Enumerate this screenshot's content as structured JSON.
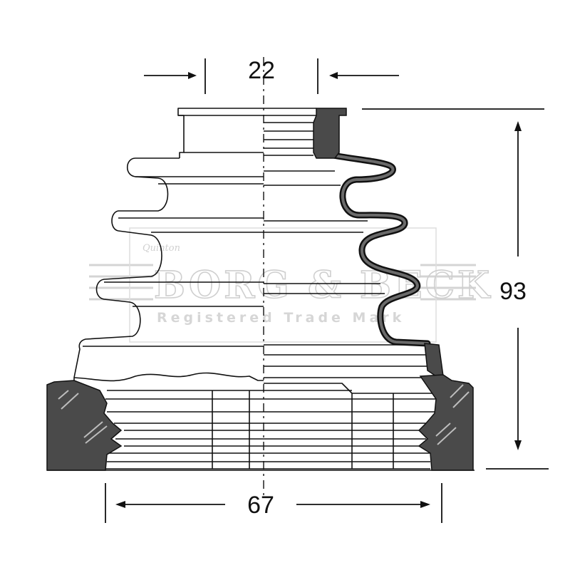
{
  "dimensions": {
    "top_width": "22",
    "height": "93",
    "bottom_width": "67"
  },
  "watermark": {
    "brand": "BORG & BECK",
    "tagline": "Registered Trade Mark",
    "script": "Quinton"
  },
  "colors": {
    "line": "#111111",
    "rubber": "#4a4a4a",
    "watermark": "#cfcfcf"
  }
}
